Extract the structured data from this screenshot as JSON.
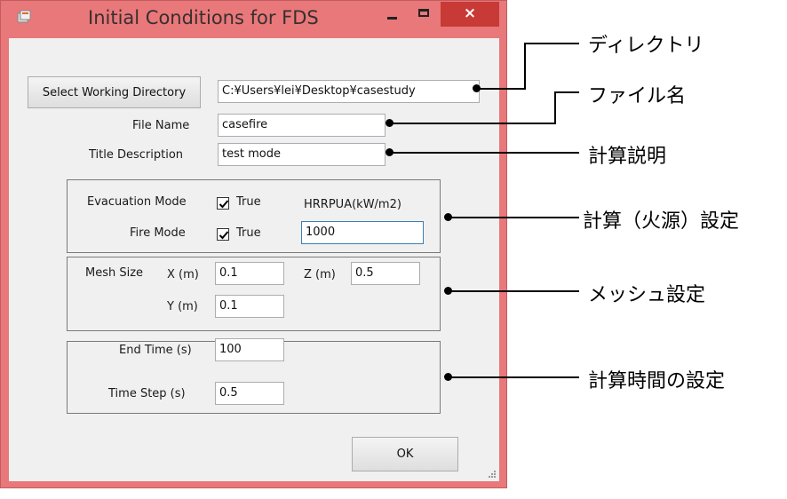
{
  "window": {
    "title": "Initial Conditions for FDS",
    "close_glyph": "×"
  },
  "directory": {
    "button_label": "Select Working Directory",
    "path_value": "C:¥Users¥lei¥Desktop¥casestudy"
  },
  "file": {
    "file_name_label": "File Name",
    "file_name_value": "casefire",
    "title_description_label": "Title Description",
    "title_description_value": "test mode"
  },
  "modes": {
    "evacuation_label": "Evacuation Mode",
    "evacuation_checked": true,
    "evacuation_check_label": "True",
    "fire_label": "Fire Mode",
    "fire_checked": true,
    "fire_check_label": "True",
    "hrrpua_label": "HRRPUA(kW/m2)",
    "hrrpua_value": "1000"
  },
  "mesh": {
    "mesh_size_label": "Mesh Size",
    "x_label": "X (m)",
    "x_value": "0.1",
    "y_label": "Y (m)",
    "y_value": "0.1",
    "z_label": "Z (m)",
    "z_value": "0.5"
  },
  "time": {
    "end_time_label": "End Time (s)",
    "end_time_value": "100",
    "time_step_label": "Time Step (s)",
    "time_step_value": "0.5"
  },
  "ok_label": "OK",
  "annotations": {
    "directory": "ディレクトリ",
    "file_name": "ファイル名",
    "title_description": "計算説明",
    "mode": "計算（火源）設定",
    "mesh": "メッシュ設定",
    "time": "計算時間の設定"
  },
  "colors": {
    "window_frame": "#e8787a",
    "close_button": "#c83a36",
    "client_bg": "#f0f0f0"
  }
}
